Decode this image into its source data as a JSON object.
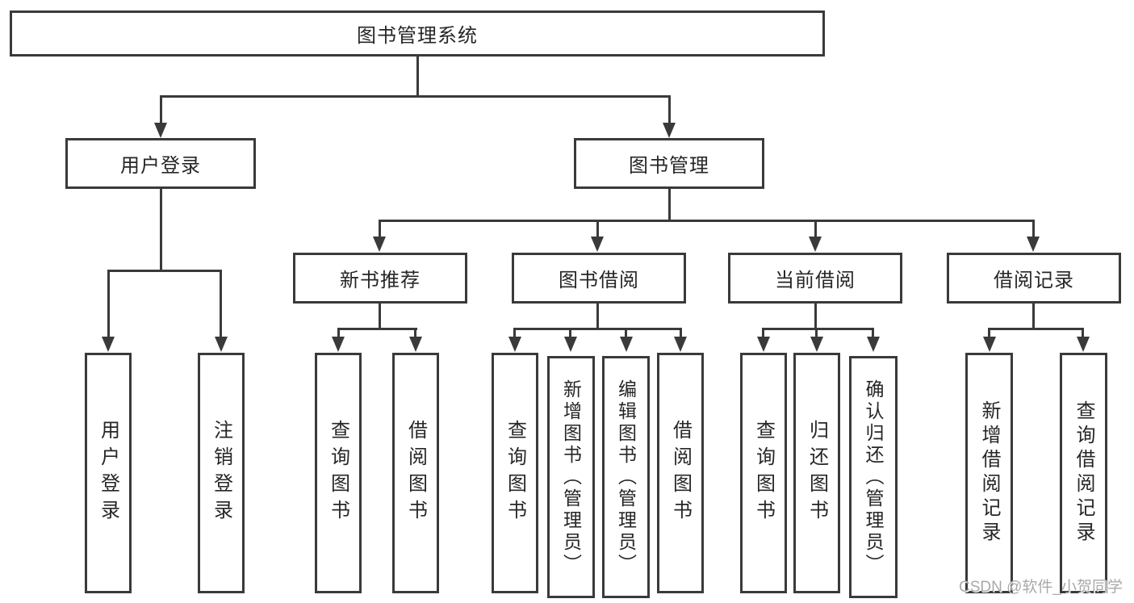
{
  "diagram": {
    "root": {
      "label": "图书管理系统"
    },
    "level2": [
      {
        "label": "用户登录"
      },
      {
        "label": "图书管理"
      }
    ],
    "level3": [
      {
        "label": "新书推荐"
      },
      {
        "label": "图书借阅"
      },
      {
        "label": "当前借阅"
      },
      {
        "label": "借阅记录"
      }
    ],
    "leaves": {
      "user_login": [
        {
          "label": "用户登录"
        },
        {
          "label": "注销登录"
        }
      ],
      "new_book_recommend": [
        {
          "label": "查询图书"
        },
        {
          "label": "借阅图书"
        }
      ],
      "book_borrow": [
        {
          "label": "查询图书"
        },
        {
          "label": "新增图书（管理员）"
        },
        {
          "label": "编辑图书（管理员）"
        },
        {
          "label": "借阅图书"
        }
      ],
      "current_borrow": [
        {
          "label": "查询图书"
        },
        {
          "label": "归还图书"
        },
        {
          "label": "确认归还（管理员）"
        }
      ],
      "borrow_records": [
        {
          "label": "新增借阅记录"
        },
        {
          "label": "查询借阅记录"
        }
      ]
    }
  },
  "watermark": "CSDN @软件_小贺同学",
  "colors": {
    "line": "#3a3a3a",
    "text": "#262626",
    "watermark": "#a9a9a9",
    "background": "#ffffff"
  }
}
